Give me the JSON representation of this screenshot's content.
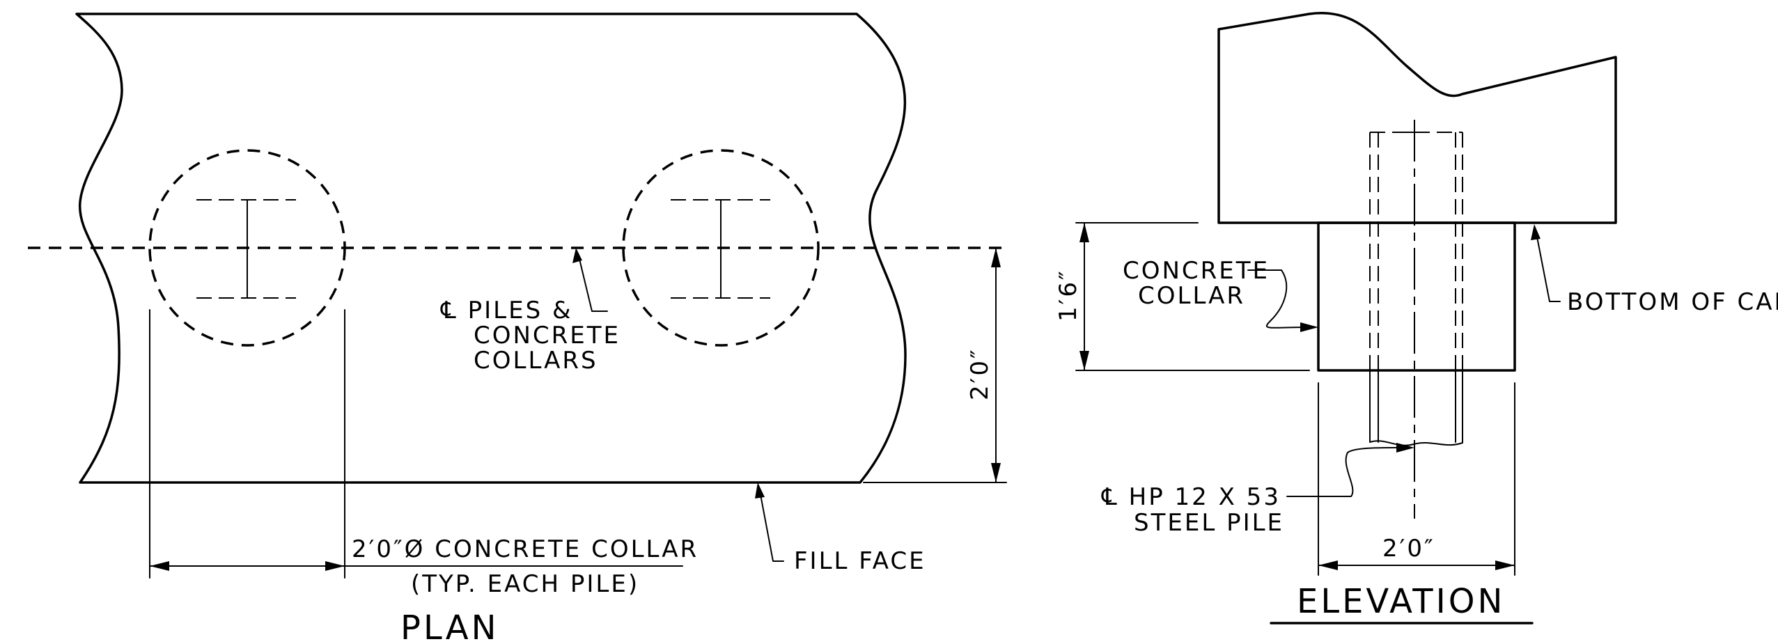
{
  "plan": {
    "title": "PLAN",
    "centerline_label": [
      "℄ PILES &",
      "CONCRETE",
      "COLLARS"
    ],
    "collar_label": "2′0″Ø CONCRETE COLLAR",
    "collar_note": "(TYP. EACH PILE)",
    "fill_face": "FILL FACE",
    "dim_offset": "2′0″"
  },
  "elevation": {
    "title": "ELEVATION",
    "collar_label": [
      "CONCRETE",
      "COLLAR"
    ],
    "bottom_of_cap": "BOTTOM OF CAP",
    "dim_collar_height": "1′6″",
    "pile_label": [
      "℄ HP 12 X 53",
      "STEEL  PILE"
    ],
    "dim_collar_width": "2′0″"
  }
}
